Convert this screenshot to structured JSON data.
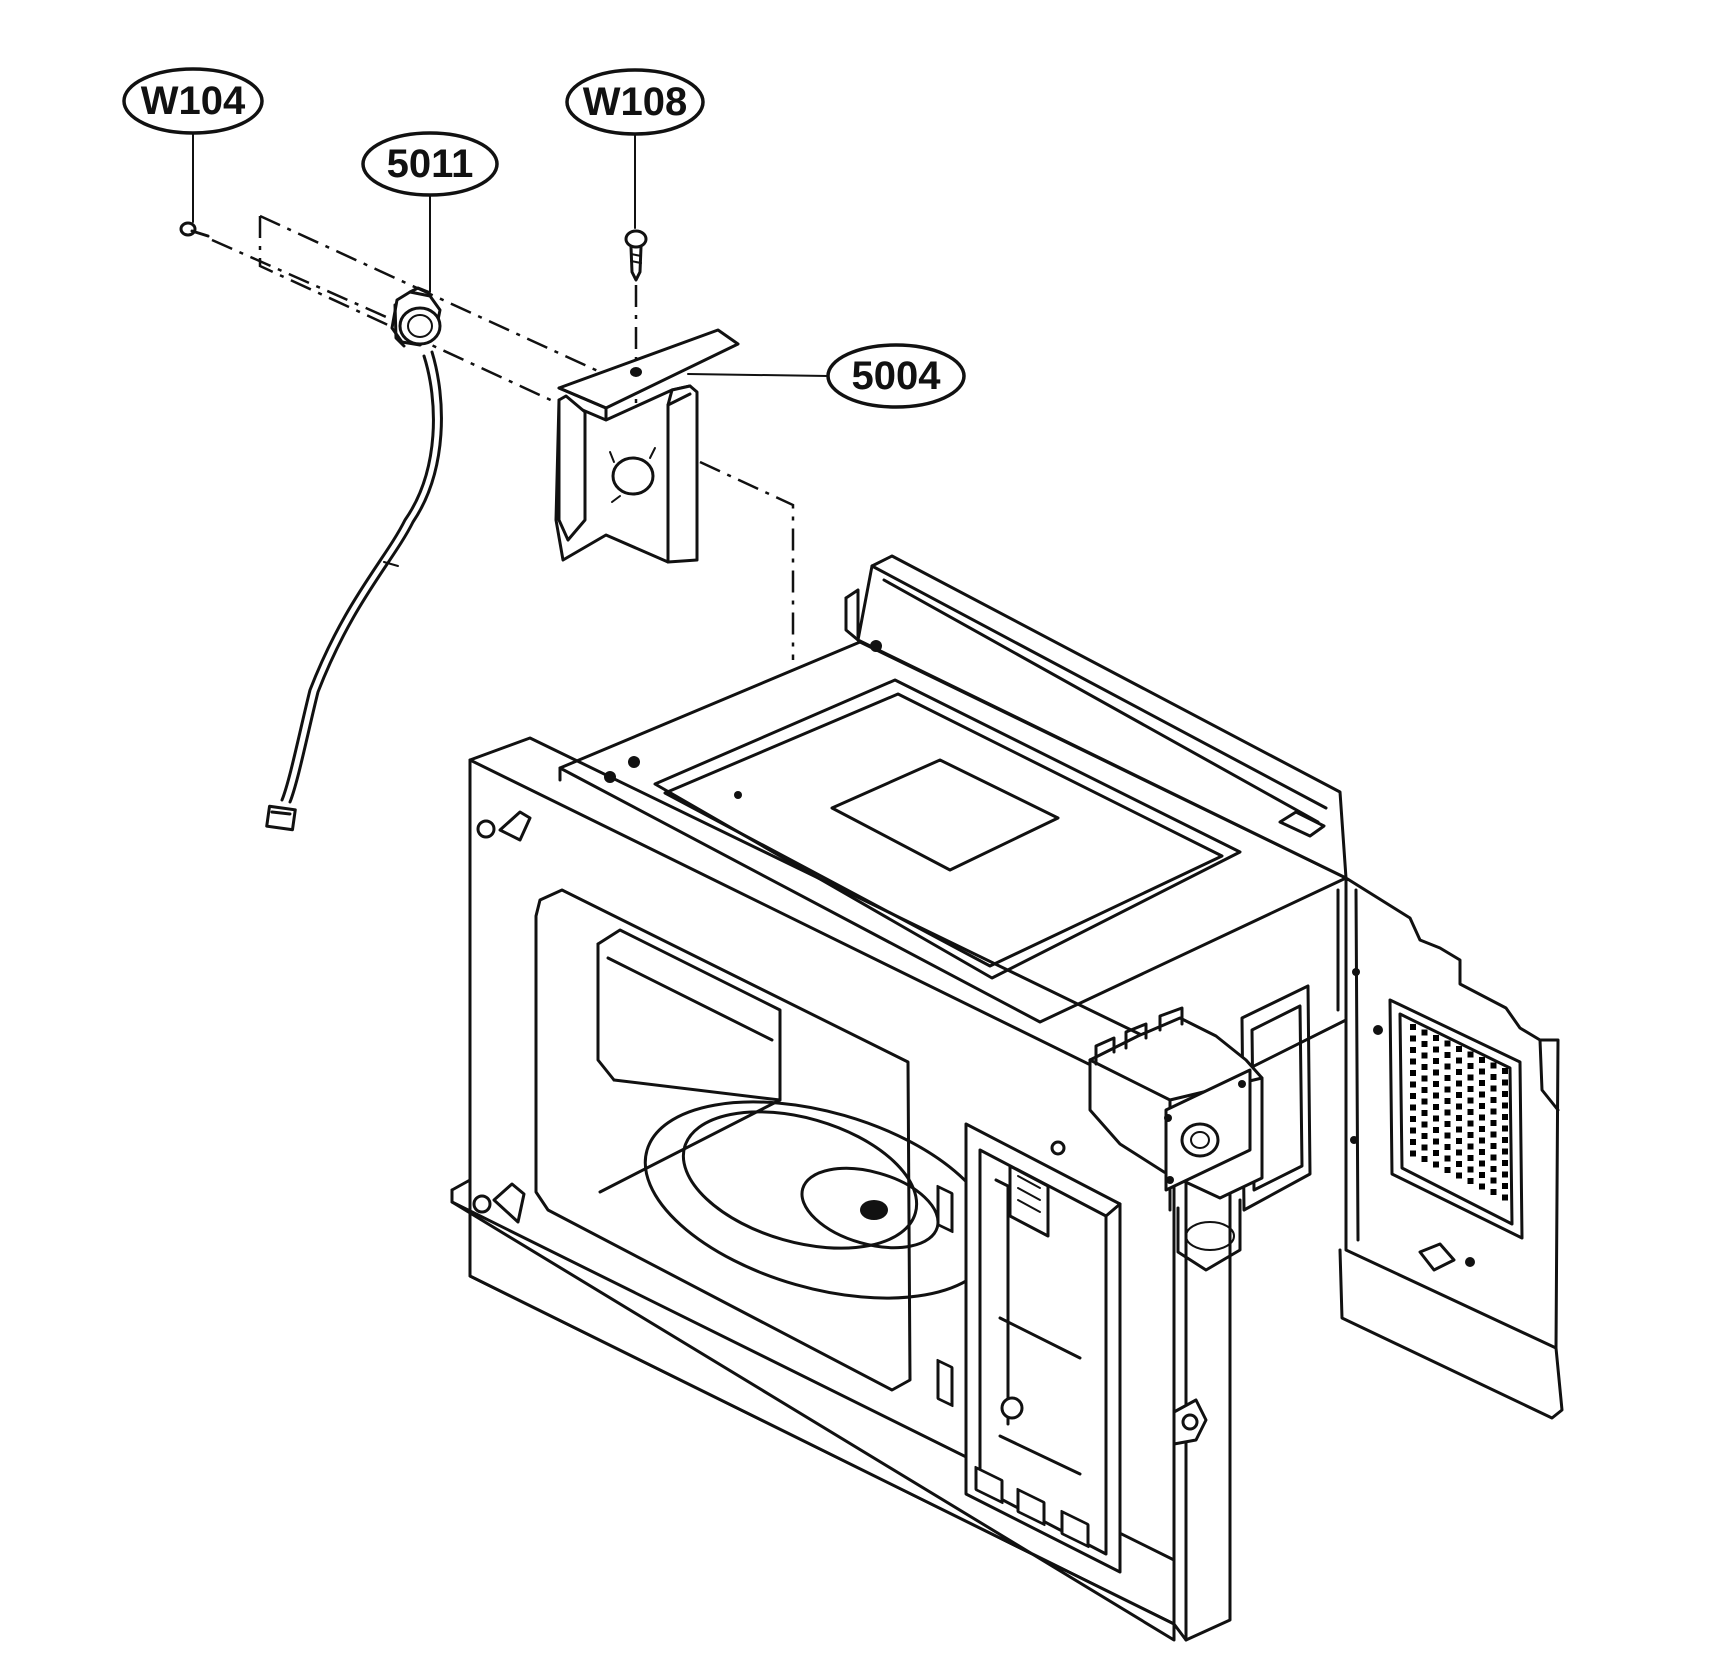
{
  "diagram": {
    "callouts": [
      {
        "id": "w104",
        "label": "W104"
      },
      {
        "id": "5011",
        "label": "5011"
      },
      {
        "id": "w108",
        "label": "W108"
      },
      {
        "id": "5004",
        "label": "5004"
      }
    ]
  }
}
